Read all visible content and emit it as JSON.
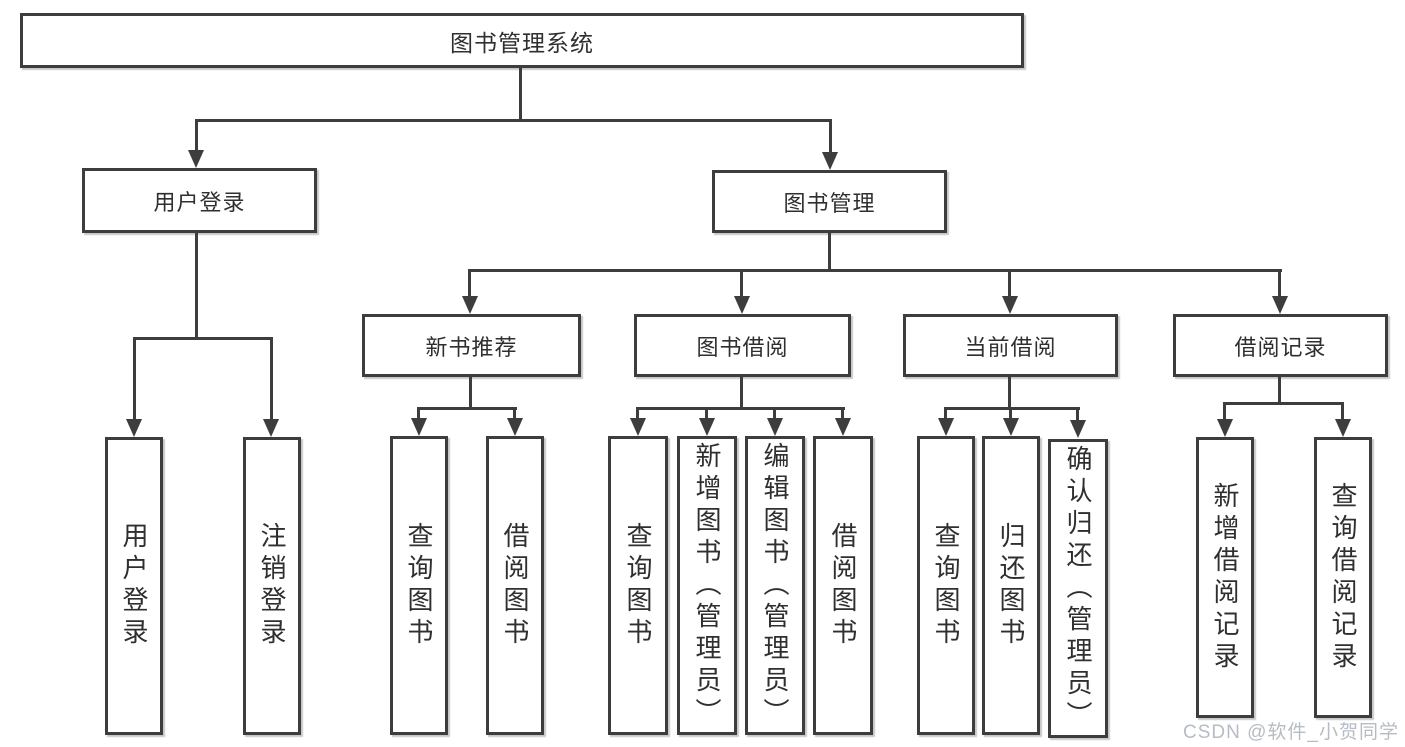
{
  "colors": {
    "line": "#3d3d3d",
    "box_border": "#3d3d3d",
    "box_fill": "#ffffff",
    "text": "#2f2f2f",
    "watermark": "#b6bcc6",
    "background": "#ffffff"
  },
  "tree": {
    "root": {
      "label": "图书管理系统"
    },
    "branches": [
      {
        "label": "用户登录",
        "children": [
          {
            "label": "用户登录"
          },
          {
            "label": "注销登录"
          }
        ]
      },
      {
        "label": "图书管理",
        "children": [
          {
            "label": "新书推荐",
            "children": [
              {
                "label": "查询图书"
              },
              {
                "label": "借阅图书"
              }
            ]
          },
          {
            "label": "图书借阅",
            "children": [
              {
                "label": "查询图书"
              },
              {
                "label": "新增图书（管理员）"
              },
              {
                "label": "编辑图书（管理员）"
              },
              {
                "label": "借阅图书"
              }
            ]
          },
          {
            "label": "当前借阅",
            "children": [
              {
                "label": "查询图书"
              },
              {
                "label": "归还图书"
              },
              {
                "label": "确认归还（管理员）"
              }
            ]
          },
          {
            "label": "借阅记录",
            "children": [
              {
                "label": "新增借阅记录"
              },
              {
                "label": "查询借阅记录"
              }
            ]
          }
        ]
      }
    ]
  },
  "watermark": {
    "text": "CSDN @软件_小贺同学"
  }
}
